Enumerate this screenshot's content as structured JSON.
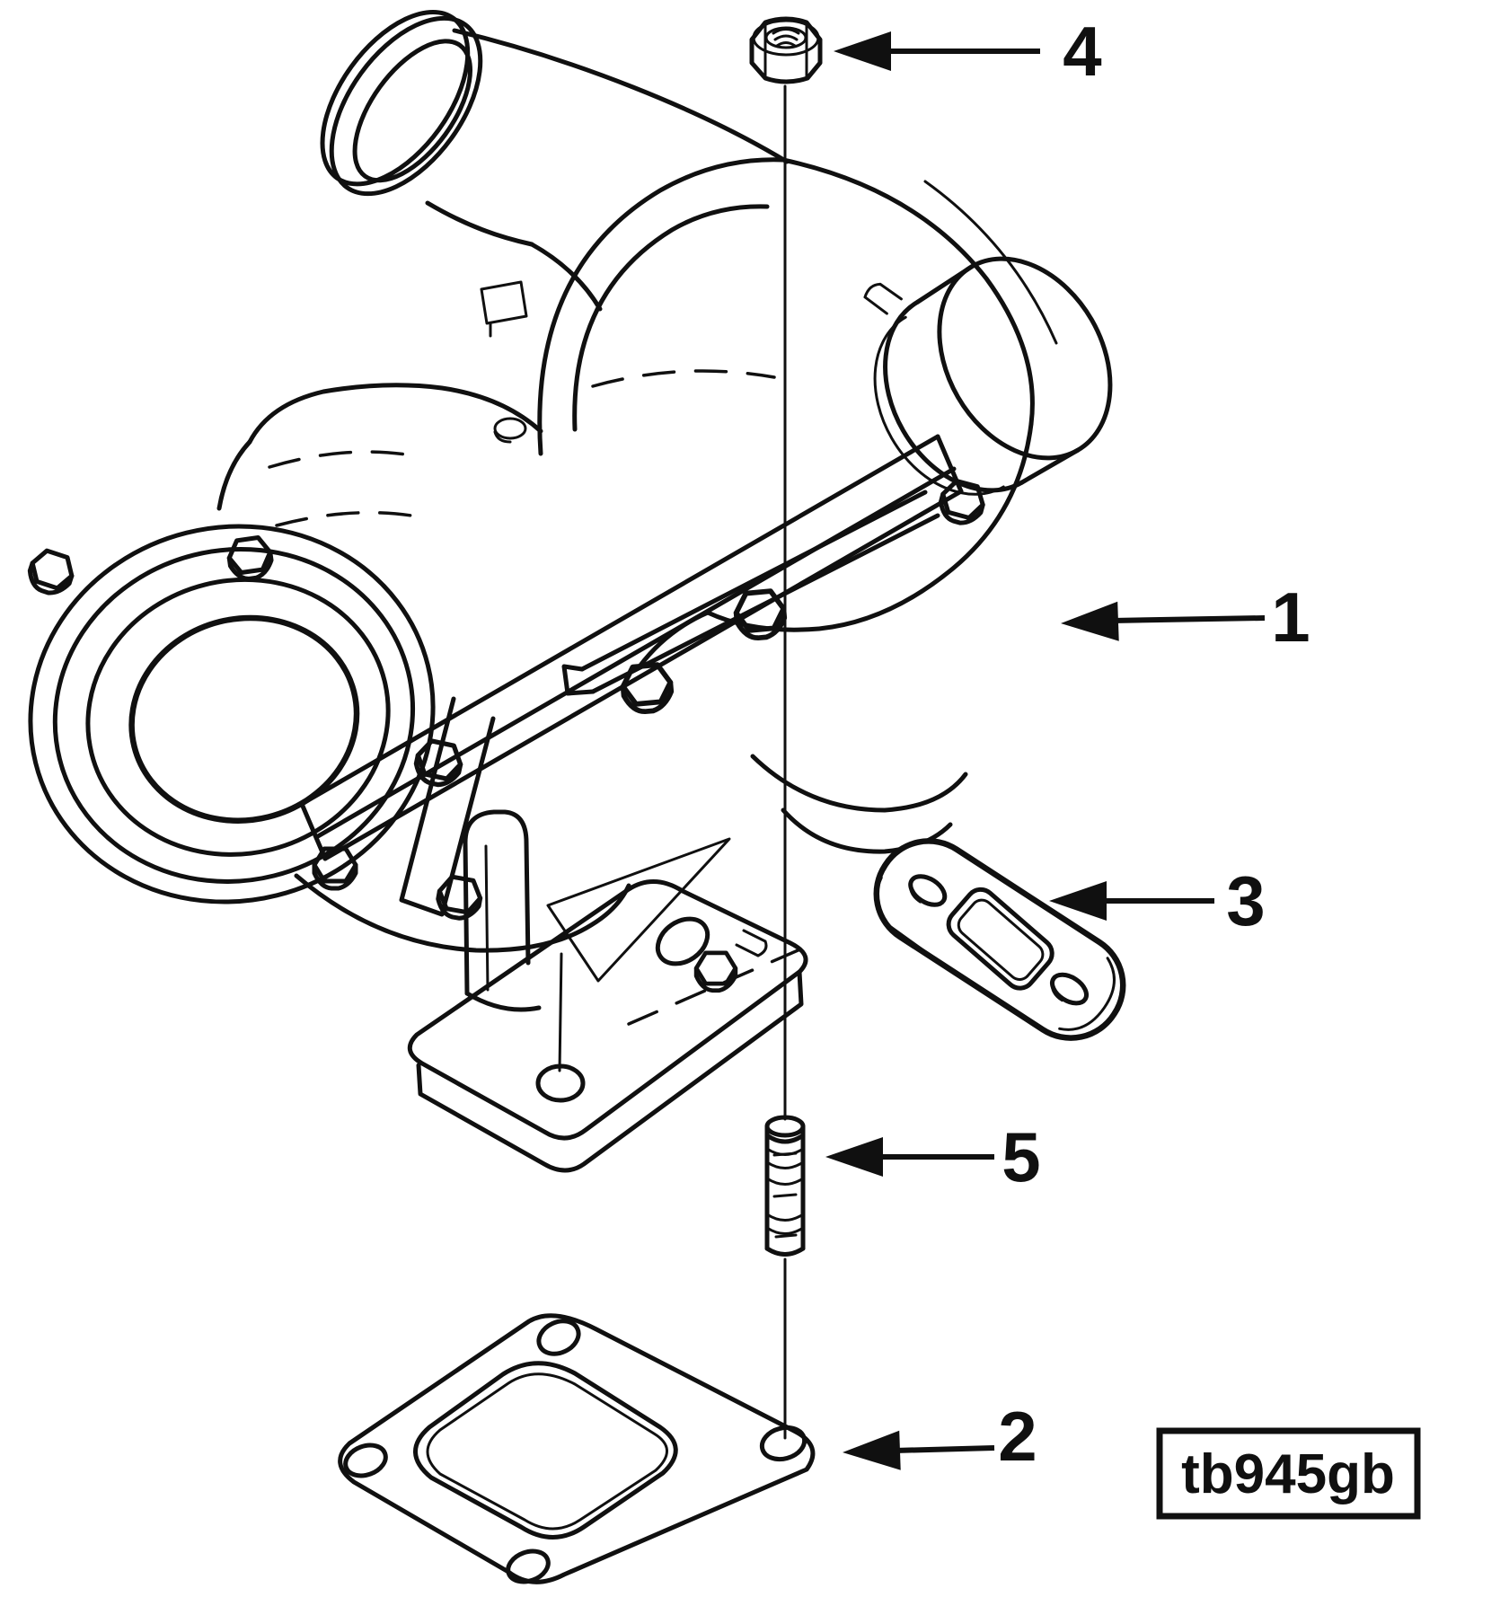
{
  "figure": {
    "code_label": "tb945gb"
  },
  "callouts": [
    {
      "number": "1"
    },
    {
      "number": "2"
    },
    {
      "number": "3"
    },
    {
      "number": "4"
    },
    {
      "number": "5"
    }
  ],
  "colors": {
    "line": "#101010",
    "background": "#ffffff"
  }
}
